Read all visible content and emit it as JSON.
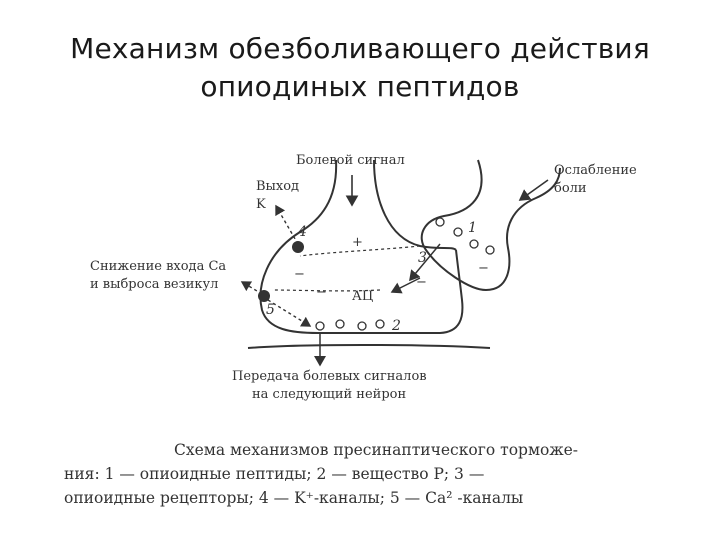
{
  "title": {
    "line1": "Механизм обезболивающего действия",
    "line2": "опиодиных пептидов"
  },
  "diagram": {
    "labels": {
      "pain_signal": "Болевой сигнал",
      "k_exit_line1": "Выход",
      "k_exit_line2": "K",
      "pain_relief_line1": "Ослабление",
      "pain_relief_line2": "боли",
      "ca_decrease_line1": "Снижение входа Ca",
      "ca_decrease_line2": "и выброса везикул",
      "ac": "АЦ",
      "transmission_line1": "Передача болевых сигналов",
      "transmission_line2": "на следующий нейрон"
    },
    "numbers": {
      "n1": "1",
      "n2": "2",
      "n3": "3",
      "n4": "4",
      "n5": "5"
    },
    "symbols": {
      "plus": "+",
      "minus": "−"
    }
  },
  "caption": {
    "line1": "Схема механизмов пресинаптического торможе-",
    "line2": "ния: 1 — опиоидные пептиды; 2 — вещество Р; 3 —",
    "line3": "опиоидные рецепторы; 4 — K⁺-каналы; 5 — Ca² -каналы"
  }
}
